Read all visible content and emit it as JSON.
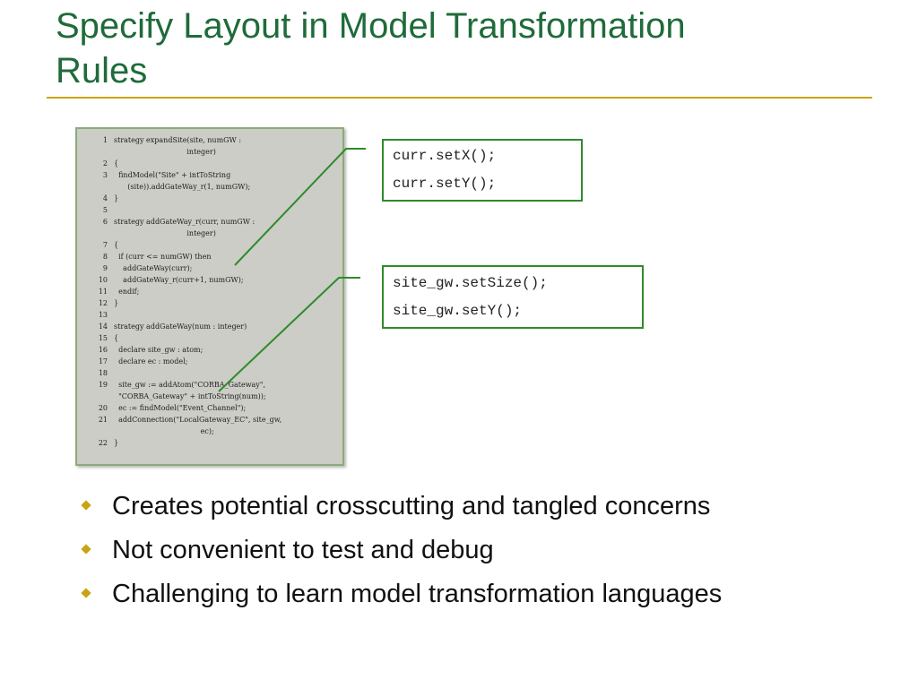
{
  "title": "Specify Layout in Model Transformation Rules",
  "title_lines": [
    "Specify Layout in Model Transformation",
    "Rules"
  ],
  "colors": {
    "title": "#1f6b3a",
    "rule": "#c8a415",
    "callout_border": "#2f8a2c",
    "bullet": "#c8a415"
  },
  "code_lines": [
    {
      "num": "1",
      "text": "strategy expandSite(site, numGW :"
    },
    {
      "num": "",
      "text": "                                integer)"
    },
    {
      "num": "2",
      "text": "{"
    },
    {
      "num": "3",
      "text": "  findModel(\"Site\" + intToString"
    },
    {
      "num": "",
      "text": "      (site)).addGateWay_r(1, numGW);"
    },
    {
      "num": "4",
      "text": "}"
    },
    {
      "num": "5",
      "text": ""
    },
    {
      "num": "6",
      "text": "strategy addGateWay_r(curr, numGW :"
    },
    {
      "num": "",
      "text": "                                integer)"
    },
    {
      "num": "7",
      "text": "{"
    },
    {
      "num": "8",
      "text": "  if (curr <= numGW) then"
    },
    {
      "num": "9",
      "text": "    addGateWay(curr);"
    },
    {
      "num": "10",
      "text": "    addGateWay_r(curr+1, numGW);"
    },
    {
      "num": "11",
      "text": "  endif;"
    },
    {
      "num": "12",
      "text": "}"
    },
    {
      "num": "13",
      "text": ""
    },
    {
      "num": "14",
      "text": "strategy addGateWay(num : integer)"
    },
    {
      "num": "15",
      "text": "{"
    },
    {
      "num": "16",
      "text": "  declare site_gw : atom;"
    },
    {
      "num": "17",
      "text": "  declare ec : model;"
    },
    {
      "num": "18",
      "text": ""
    },
    {
      "num": "19",
      "text": "  site_gw := addAtom(\"CORBA_Gateway\","
    },
    {
      "num": "",
      "text": "  \"CORBA_Gateway\" + intToString(num));"
    },
    {
      "num": "20",
      "text": "  ec := findModel(\"Event_Channel\");"
    },
    {
      "num": "21",
      "text": "  addConnection(\"LocalGateway_EC\", site_gw,"
    },
    {
      "num": "",
      "text": "                                      ec);"
    },
    {
      "num": "22",
      "text": "}"
    }
  ],
  "callouts": [
    {
      "lines": [
        "curr.setX();",
        "curr.setY();"
      ]
    },
    {
      "lines": [
        "site_gw.setSize();",
        "site_gw.setY();"
      ]
    }
  ],
  "bullets": [
    "Creates potential crosscutting and tangled concerns",
    "Not convenient to test and debug",
    "Challenging to learn model transformation languages"
  ]
}
